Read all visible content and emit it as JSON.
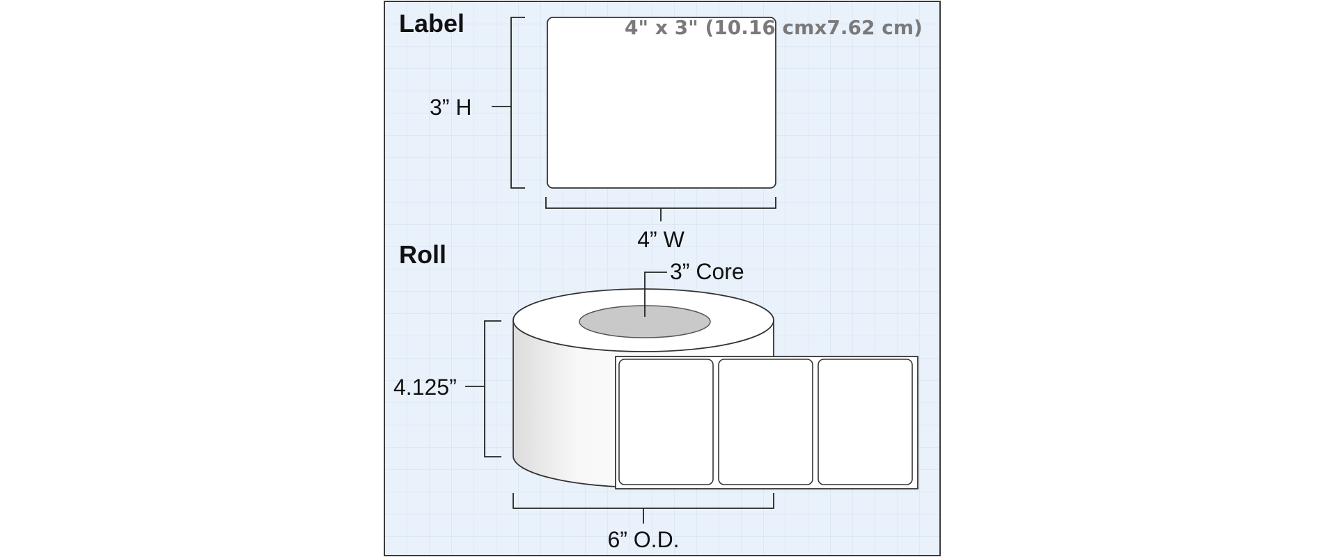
{
  "label_section": {
    "heading": "Label",
    "size_caption": "4\" x 3\" (10.16 cmx7.62 cm)",
    "height_label": "3” H",
    "width_label": "4” W"
  },
  "roll_section": {
    "heading": "Roll",
    "core_label": "3” Core",
    "height_label": "4.125”",
    "outer_diameter_label": "6” O.D."
  },
  "colors": {
    "panel_background": "#e9f1fb",
    "grid_line": "#d3dfee",
    "label_fill": "#ffffff",
    "core_fill": "#c9c9c9",
    "size_caption": "#7a7a7a"
  }
}
